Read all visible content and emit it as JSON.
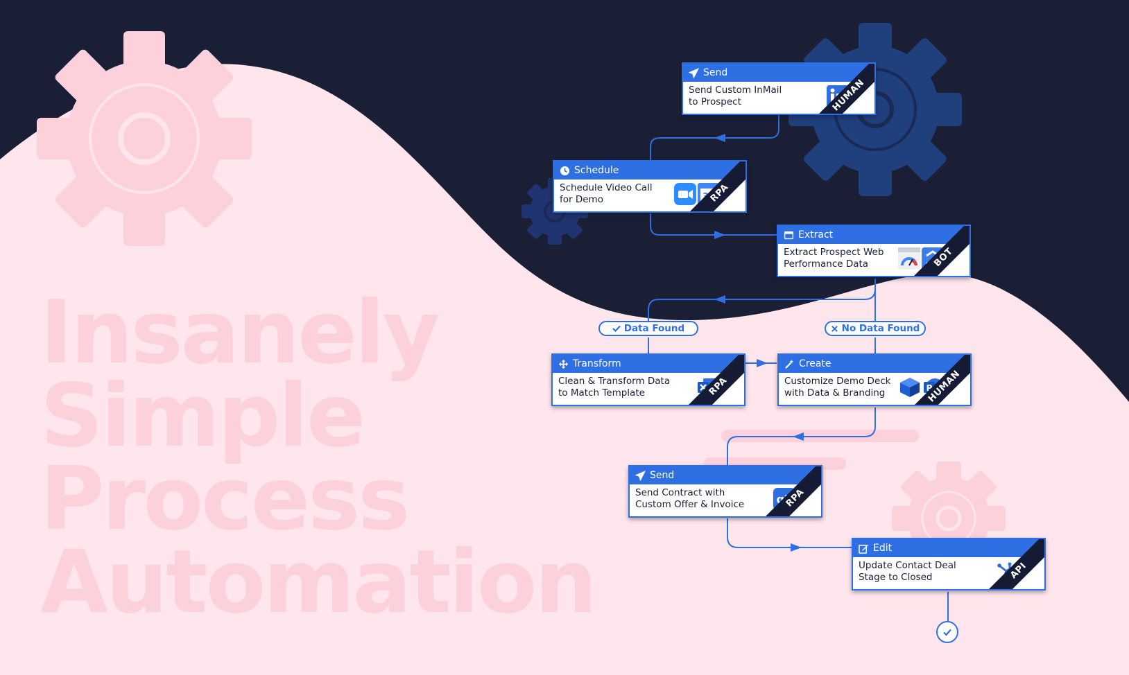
{
  "headline": {
    "lines": [
      "Insanely",
      "Simple",
      "Process",
      "Automation"
    ]
  },
  "colors": {
    "navy": "#1b1f36",
    "pink": "#ffe6ec",
    "headline": "#fdd1dc",
    "accent": "#2f6fe4",
    "ribbon": "#151b35"
  },
  "nodes": [
    {
      "type": "Send",
      "icon": "paper-plane-icon",
      "lines": [
        "Send Custom InMail",
        "to Prospect"
      ],
      "apps": [
        "linkedin-icon"
      ],
      "tag": "HUMAN"
    },
    {
      "type": "Schedule",
      "icon": "clock-icon",
      "lines": [
        "Schedule Video Call",
        "for Demo"
      ],
      "apps": [
        "zoom-icon",
        "google-calendar-icon"
      ],
      "tag": "RPA"
    },
    {
      "type": "Extract",
      "icon": "browser-window-icon",
      "lines": [
        "Extract Prospect Web",
        "Performance Data"
      ],
      "apps": [
        "pagespeed-gauge-icon",
        "clickup-icon"
      ],
      "tag": "BOT"
    },
    {
      "type": "Transform",
      "icon": "move-arrows-icon",
      "lines": [
        "Clean & Transform Data",
        "to Match Template"
      ],
      "apps": [
        "excel-icon"
      ],
      "tag": "RPA"
    },
    {
      "type": "Create",
      "icon": "magic-wand-icon",
      "lines": [
        "Customize Demo Deck",
        "with Data & Branding"
      ],
      "apps": [
        "3d-box-icon",
        "powerpoint-icon"
      ],
      "tag": "HUMAN"
    },
    {
      "type": "Send",
      "icon": "paper-plane-icon",
      "lines": [
        "Send Contract with",
        "Custom Offer & Invoice"
      ],
      "apps": [
        "quickbooks-icon"
      ],
      "tag": "RPA"
    },
    {
      "type": "Edit",
      "icon": "edit-icon",
      "lines": [
        "Update Contact Deal",
        "Stage to Closed"
      ],
      "apps": [
        "hubspot-icon"
      ],
      "tag": "API"
    }
  ],
  "branches": [
    {
      "label": "Data Found",
      "icon": "check-icon"
    },
    {
      "label": "No Data Found",
      "icon": "x-icon"
    }
  ],
  "end_icon": "check-circle-icon"
}
